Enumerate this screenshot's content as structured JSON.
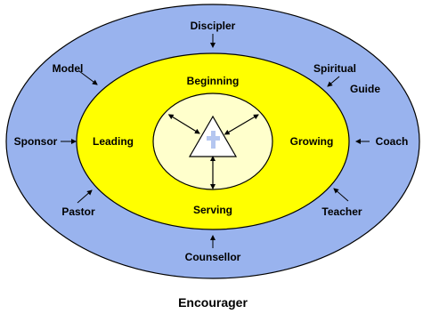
{
  "colors": {
    "outer_ring": "#99B3EE",
    "middle_ring": "#FFFF00",
    "inner_circle": "#FFFFCC",
    "outline": "#000000",
    "cross": "#B4C6F0"
  },
  "outer_roles": {
    "discipler": "Discipler",
    "model": "Model",
    "spiritual_line1": "Spiritual",
    "spiritual_line2": "Guide",
    "sponsor": "Sponsor",
    "coach": "Coach",
    "pastor": "Pastor",
    "teacher": "Teacher",
    "counsellor": "Counsellor"
  },
  "stages": {
    "beginning": "Beginning",
    "leading": "Leading",
    "growing": "Growing",
    "serving": "Serving"
  },
  "center_icon": "cross-in-triangle-icon",
  "caption": "Encourager"
}
